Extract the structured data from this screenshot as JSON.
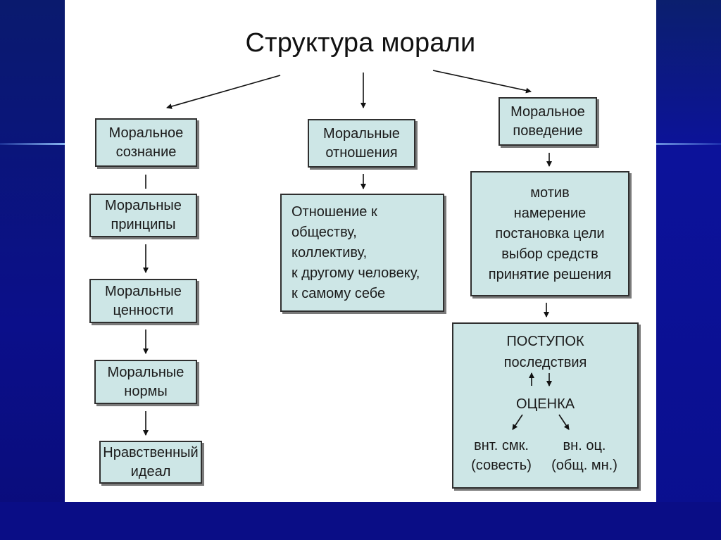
{
  "title": "Структура морали",
  "left_column": {
    "consciousness": [
      "Моральное",
      "сознание"
    ],
    "principles": [
      "Моральные",
      "принципы"
    ],
    "values": [
      "Моральные",
      "ценности"
    ],
    "norms": [
      "Моральные",
      "нормы"
    ],
    "ideal": [
      "Нравственный",
      "идеал"
    ]
  },
  "middle_column": {
    "relations": [
      "Моральные",
      "отношения"
    ],
    "relations_detail": [
      "Отношение к",
      " обществу,",
      "коллективу,",
      "к другому человеку,",
      "к самому себе"
    ]
  },
  "right_column": {
    "behavior": [
      "Моральное",
      "поведение"
    ],
    "motives": [
      "мотив",
      "намерение",
      "постановка цели",
      "выбор средств",
      "принятие решения"
    ],
    "act": {
      "title": "ПОСТУПОК",
      "consequences": "последствия",
      "assessment": "ОЦЕНКА",
      "inner_line1": "внт. смк.",
      "inner_line2": "(совесть)",
      "outer_line1": "вн. оц.",
      "outer_line2": "(общ. мн.)"
    }
  }
}
